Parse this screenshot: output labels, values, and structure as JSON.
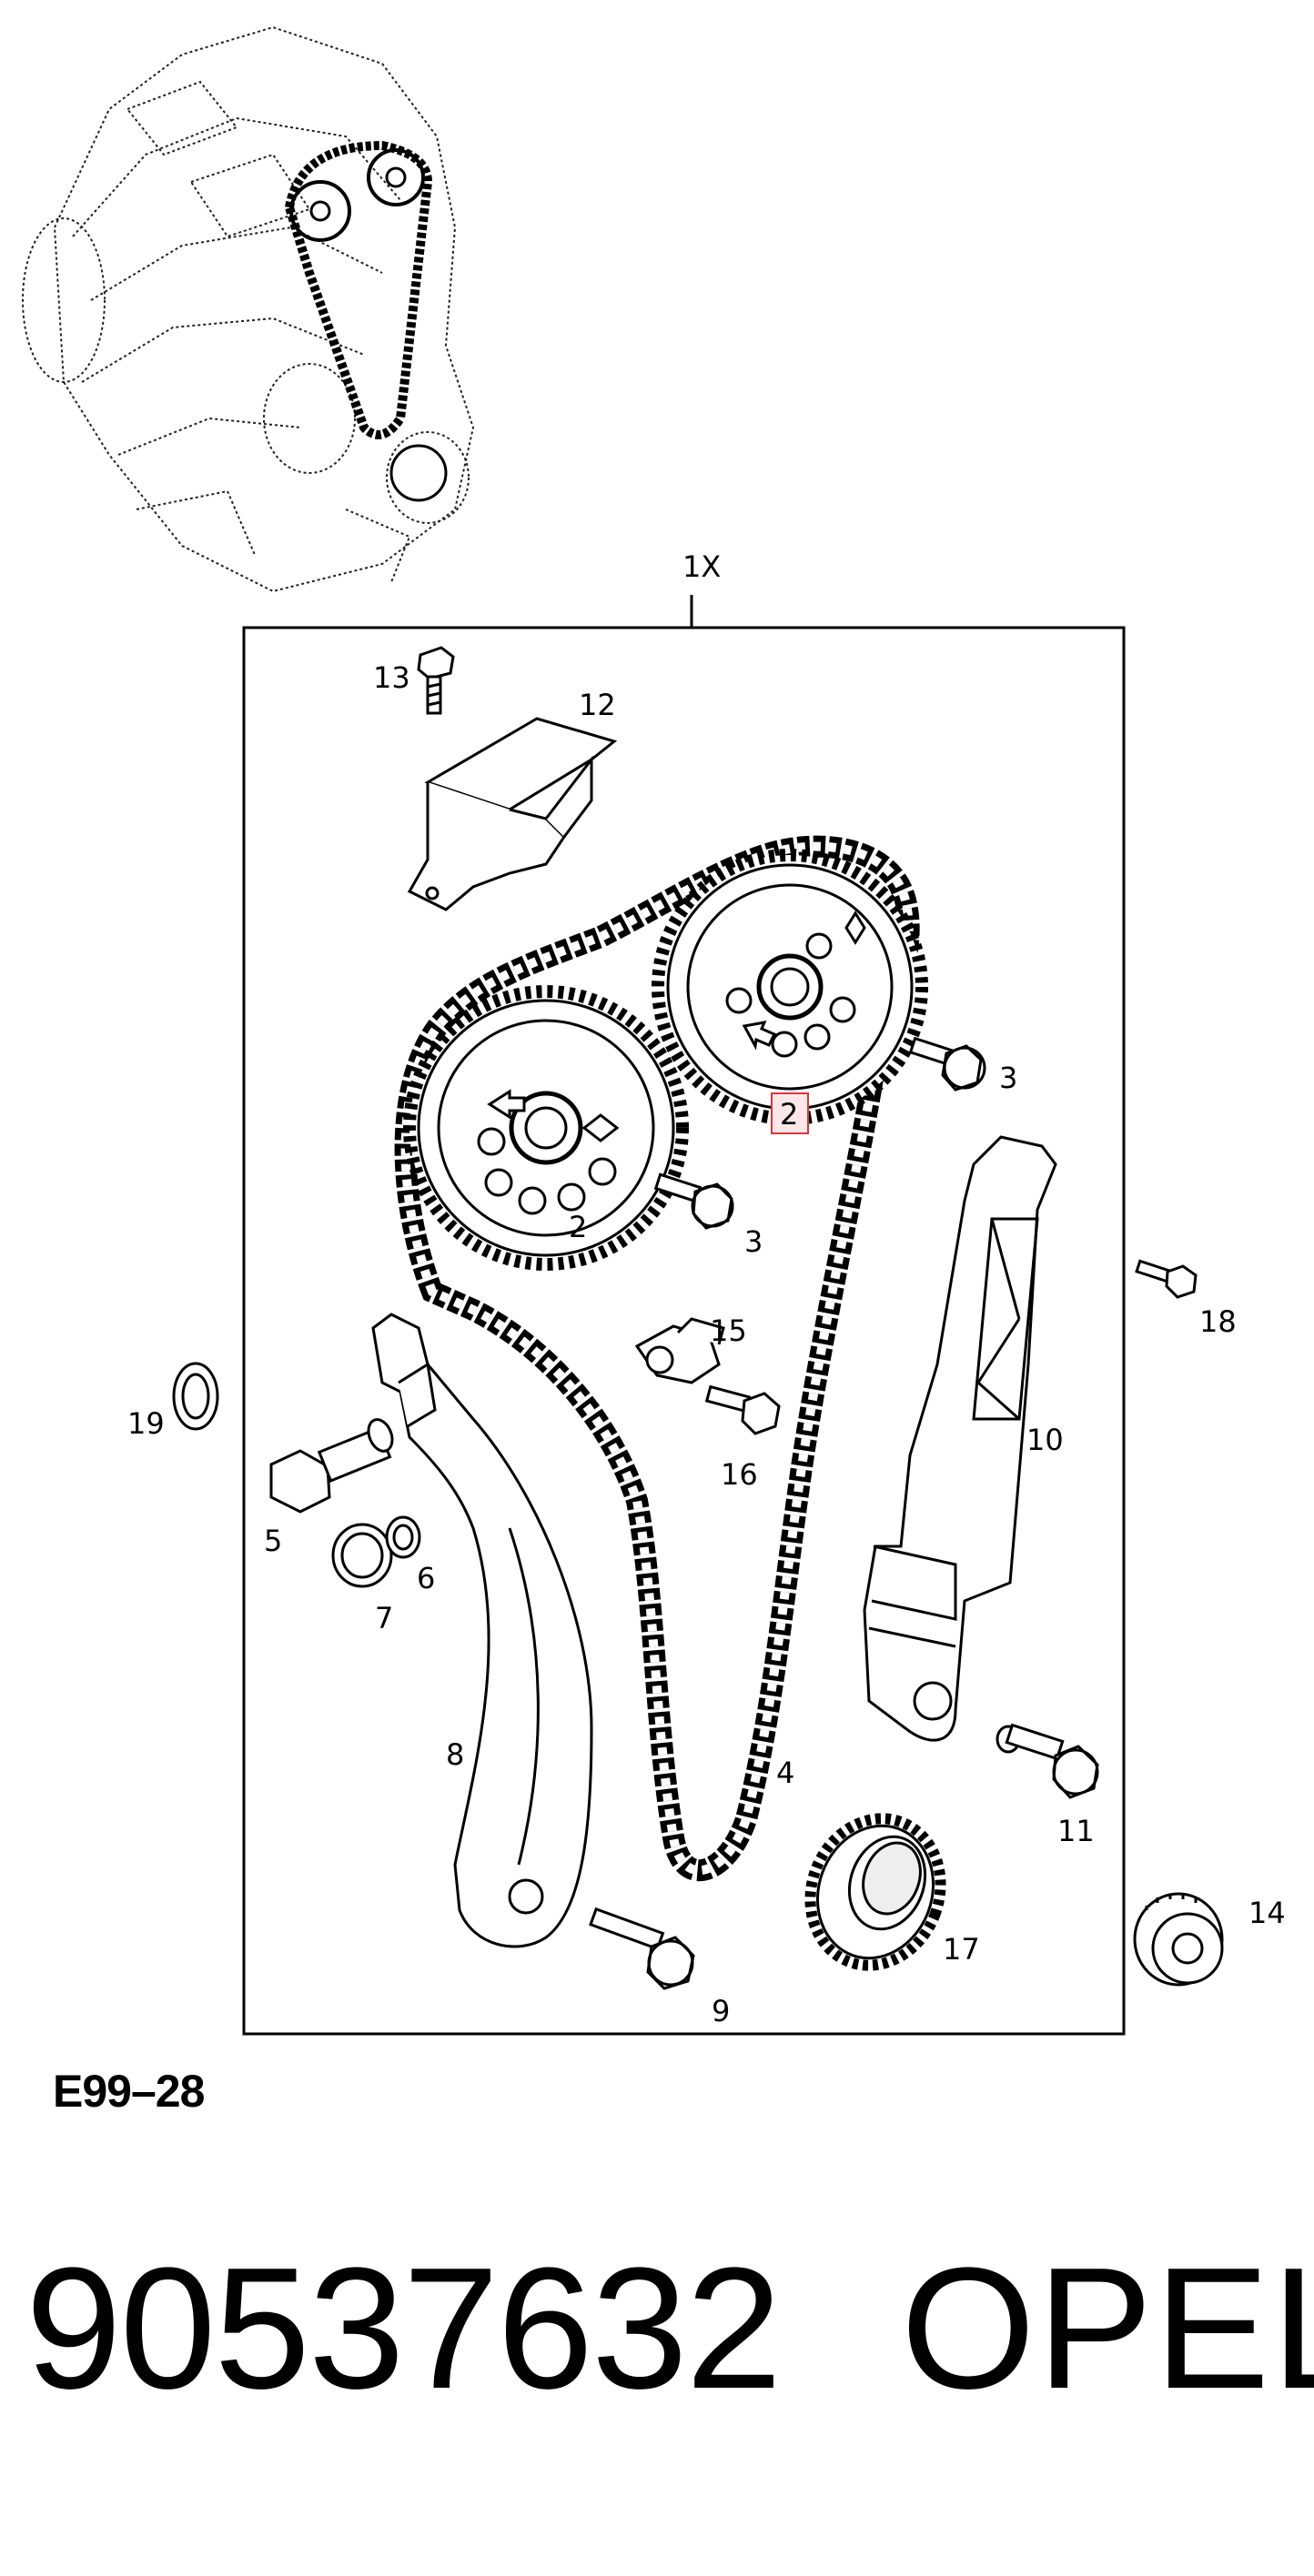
{
  "diagram": {
    "kit_label": "1X",
    "figure_code": "E99–28",
    "highlighted_callout": "2",
    "highlight_color": "#e0343a",
    "callouts": {
      "c2_highlight": "2",
      "c2_left": "2",
      "c3_upper": "3",
      "c3_lower": "3",
      "c4": "4",
      "c5": "5",
      "c6": "6",
      "c7": "7",
      "c8": "8",
      "c9": "9",
      "c10": "10",
      "c11": "11",
      "c12": "12",
      "c13": "13",
      "c14": "14",
      "c15": "15",
      "c16": "16",
      "c17": "17",
      "c18": "18",
      "c19": "19"
    }
  },
  "footer": {
    "part_number": "90537632",
    "brand": "OPEL"
  }
}
